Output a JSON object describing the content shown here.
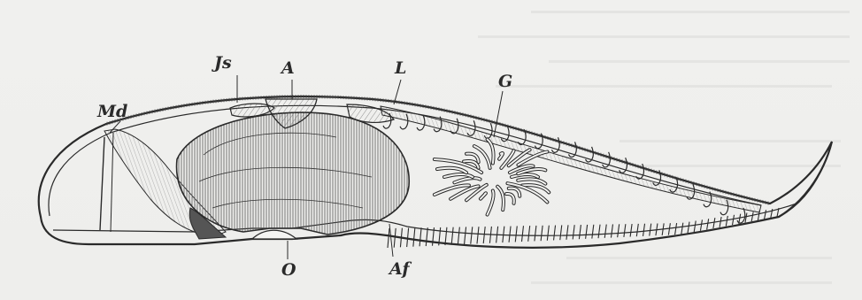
{
  "figure": {
    "labels": {
      "Js": "Js",
      "A": "A",
      "L": "L",
      "G": "G",
      "Md": "Md",
      "O": "O",
      "Af": "Af"
    }
  },
  "colors": {
    "ink": "#2a2a2a",
    "paper": "#eeeeec",
    "body_fill": "#cfcfcb"
  }
}
